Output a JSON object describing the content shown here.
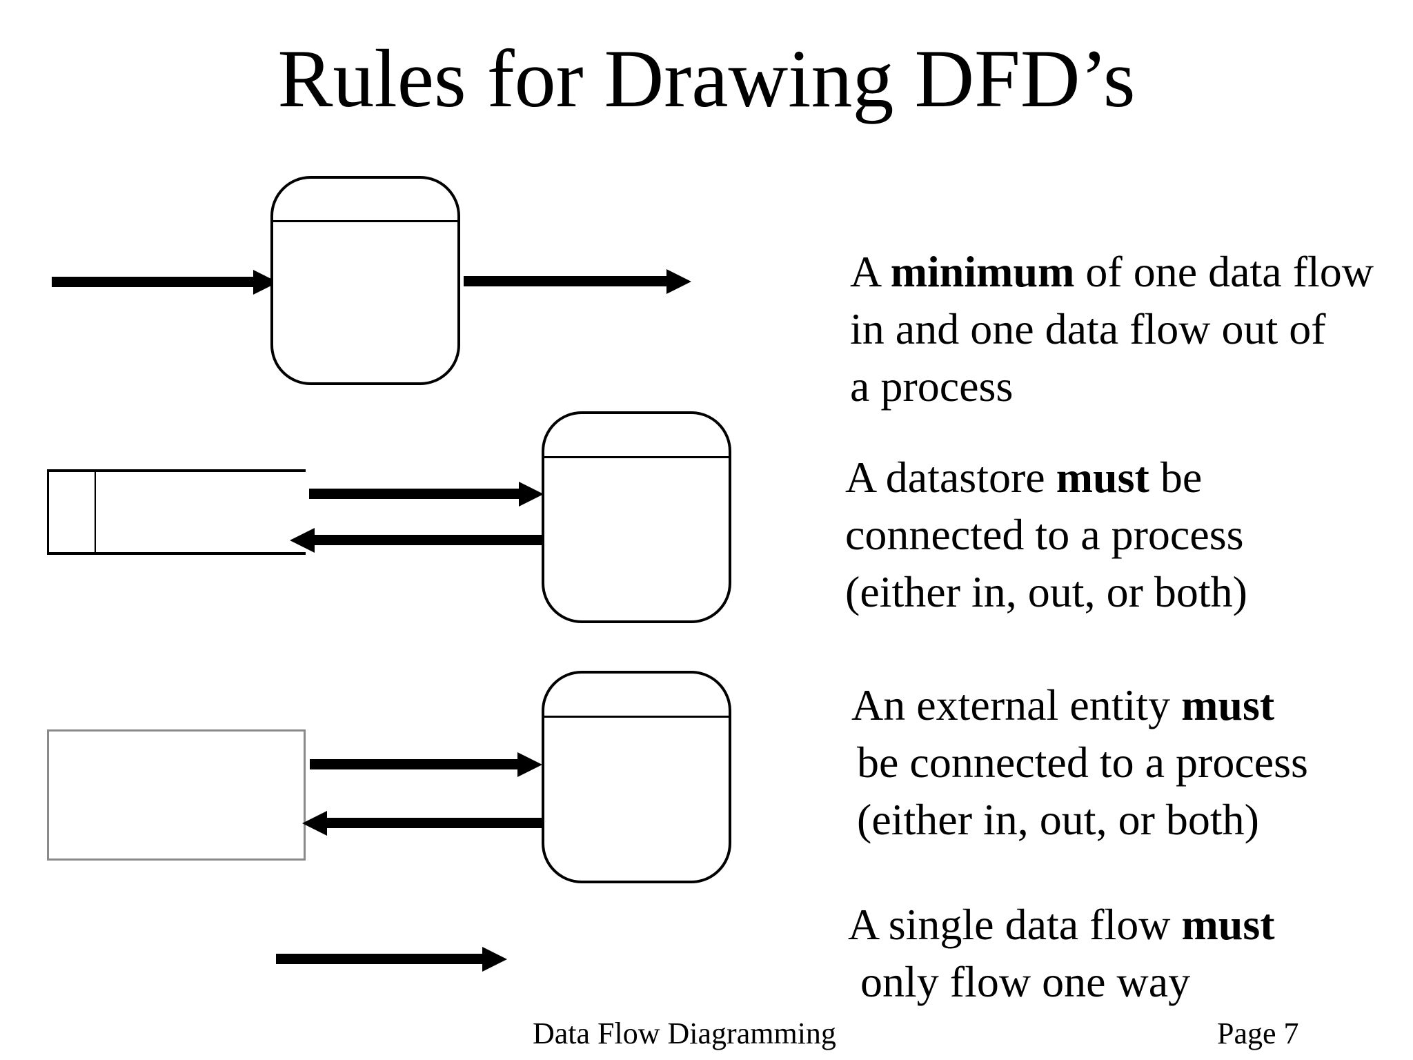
{
  "title": "Rules for Drawing DFD’s",
  "rules": {
    "minimum": {
      "pre": "A ",
      "bold": "minimum",
      "post": " of one data flow",
      "line2": "in and one data flow out of",
      "line3": "a process"
    },
    "datastore": {
      "pre": "A datastore ",
      "bold": "must",
      "post": " be",
      "line2": "connected to a process",
      "line3": "(either in, out, or both)"
    },
    "external_entity": {
      "pre": "An external entity ",
      "bold": "must",
      "line2": "be connected to a process",
      "line3": "(either in, out, or both)"
    },
    "single_flow": {
      "pre": "A single data flow ",
      "bold": "must",
      "line2": "only flow one way"
    }
  },
  "footer": {
    "left": "Data Flow Diagramming",
    "right": "Page 7"
  },
  "symbols": {
    "process": "process-symbol",
    "datastore": "datastore-symbol",
    "external_entity": "external-entity-symbol",
    "data_flow": "data-flow-arrow"
  },
  "colors": {
    "ink": "#000000",
    "entity_border": "#8a8a8a",
    "background": "#ffffff"
  }
}
